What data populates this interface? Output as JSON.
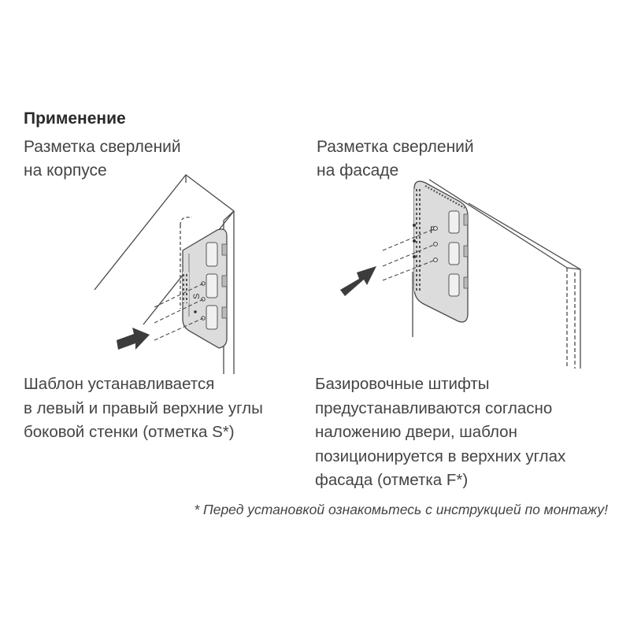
{
  "heading": "Применение",
  "left_panel": {
    "subtitle_lines": [
      "Разметка сверлений",
      "на корпусе"
    ],
    "description_lines": [
      "Шаблон устанавливается",
      "в левый и правый верхние углы",
      "боковой стенки (отметка S*)"
    ],
    "template_mark": "S"
  },
  "right_panel": {
    "subtitle_lines": [
      "Разметка сверлений",
      "на фасаде"
    ],
    "description_lines": [
      "Базировочные штифты",
      "предустанавливаются согласно",
      "наложению двери, шаблон",
      "позиционируется в верхних углах",
      "фасада (отметка F*)"
    ],
    "template_mark": "F"
  },
  "footnote": "* Перед установкой ознакомьтесь с инструкцией по монтажу!",
  "colors": {
    "text": "#444444",
    "outline": "#4a4a4a",
    "template_fill": "#dcdcdc",
    "arrow_fill": "#3c3c3c"
  }
}
